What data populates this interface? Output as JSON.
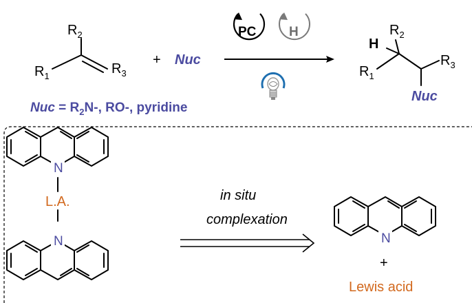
{
  "reaction": {
    "reactant_r1": "R",
    "reactant_r1_sub": "1",
    "reactant_r2": "R",
    "reactant_r2_sub": "2",
    "reactant_r3": "R",
    "reactant_r3_sub": "3",
    "plus": "+",
    "nucleophile": "Nuc",
    "pc_label": "PC",
    "h_label": "H",
    "product_h": "H",
    "product_r1": "R",
    "product_r1_sub": "1",
    "product_r2": "R",
    "product_r2_sub": "2",
    "product_r3": "R",
    "product_r3_sub": "3",
    "product_nuc": "Nuc",
    "nuc_def_label": "Nuc",
    "nuc_def_eq": " = R",
    "nuc_def_sub": "2",
    "nuc_def_rest": "N-, RO-, pyridine"
  },
  "lower": {
    "atom_n_top": "N",
    "atom_n_bottom": "N",
    "atom_n_right": "N",
    "la_label": "L.A.",
    "condition_line1": "in situ",
    "condition_line2": "complexation",
    "plus": "+",
    "lewis_acid": "Lewis acid"
  },
  "colors": {
    "nuc_purple": "#4b4ba0",
    "lewis_orange": "#d2691e",
    "bulb_blue": "#1e6fb0"
  }
}
